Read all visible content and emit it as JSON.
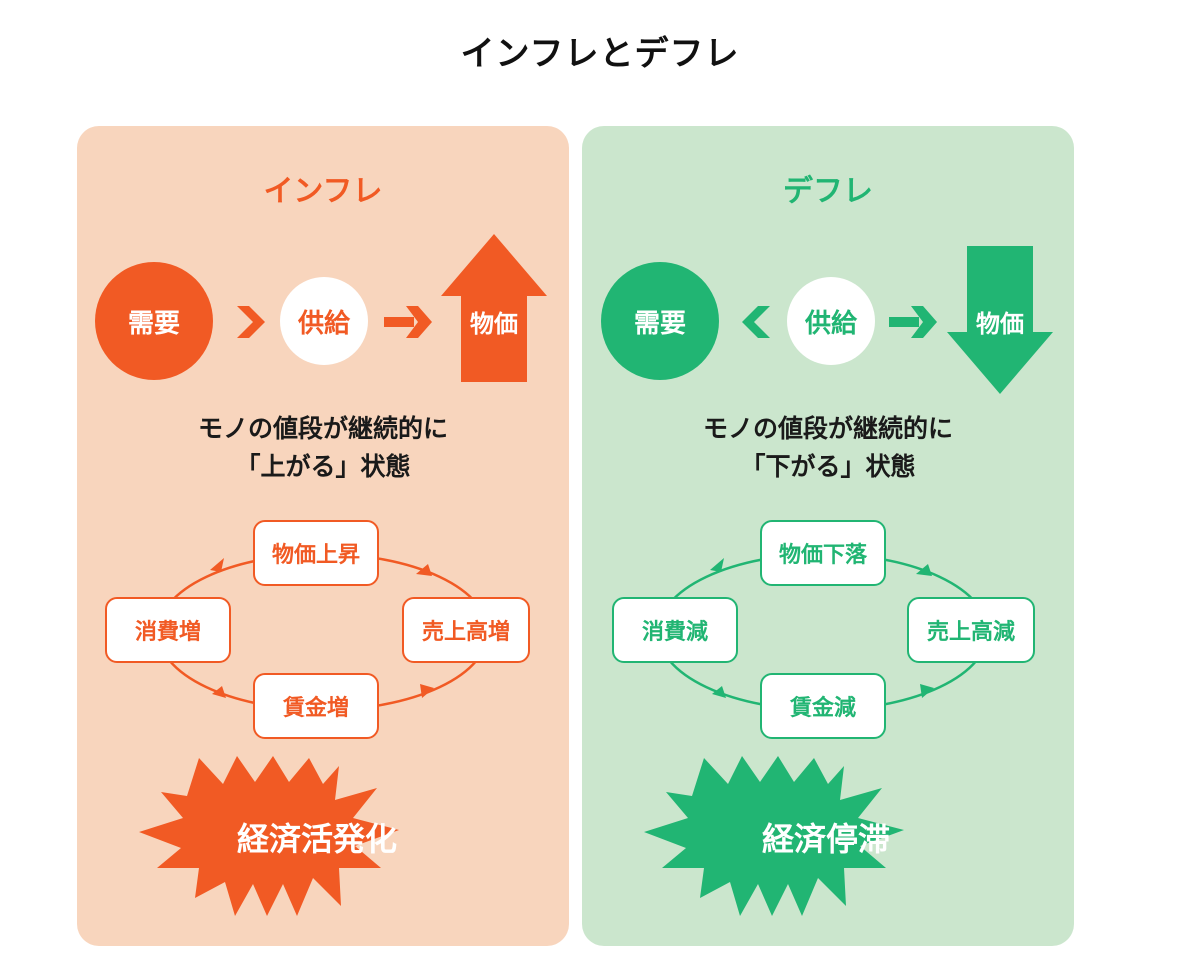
{
  "title": "インフレとデフレ",
  "colors": {
    "inflation_accent": "#f15a24",
    "inflation_bg": "#f8d5bd",
    "deflation_accent": "#21b573",
    "deflation_bg": "#cbe6cd"
  },
  "panels": [
    {
      "id": "inflation",
      "title": "インフレ",
      "flow": {
        "demand": "需要",
        "demand_icon": "chevron-right-icon",
        "supply": "供給",
        "supply_icon": "arrow-right-icon",
        "price": "物価",
        "price_icon": "arrow-up-icon"
      },
      "description_line1": "モノの値段が継続的に",
      "description_line2": "「上がる」状態",
      "cycle": {
        "top": "物価上昇",
        "right": "売上高増",
        "bottom": "賃金増",
        "left": "消費増",
        "direction": "clockwise"
      },
      "result": "経済活発化"
    },
    {
      "id": "deflation",
      "title": "デフレ",
      "flow": {
        "demand": "需要",
        "demand_icon": "chevron-left-icon",
        "supply": "供給",
        "supply_icon": "arrow-right-icon",
        "price": "物価",
        "price_icon": "arrow-down-icon"
      },
      "description_line1": "モノの値段が継続的に",
      "description_line2": "「下がる」状態",
      "cycle": {
        "top": "物価下落",
        "right": "売上高減",
        "bottom": "賃金減",
        "left": "消費減",
        "direction": "clockwise"
      },
      "result": "経済停滞"
    }
  ]
}
